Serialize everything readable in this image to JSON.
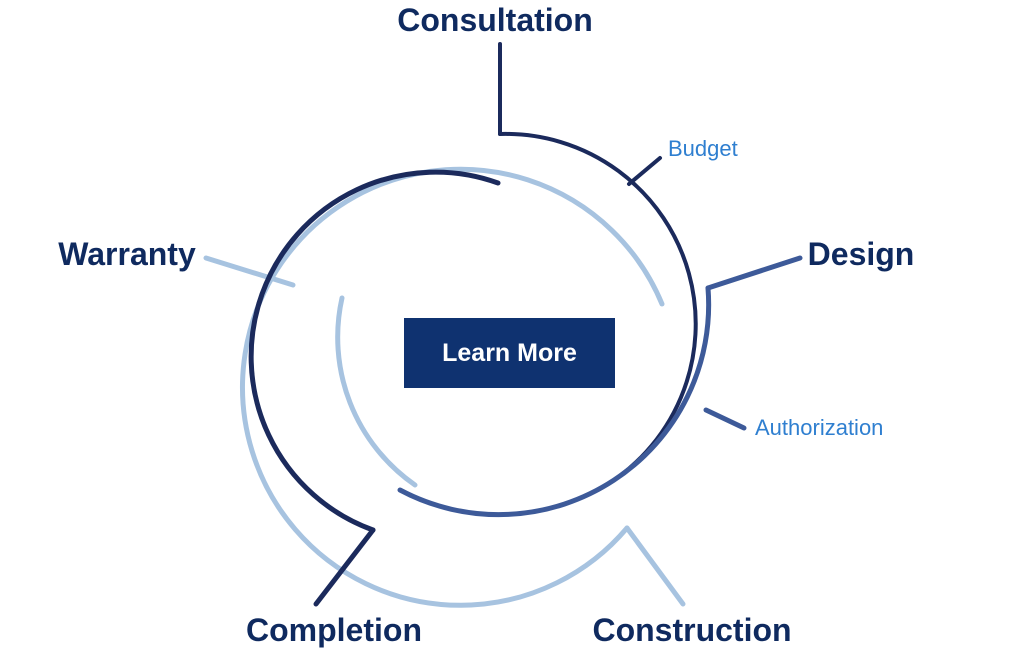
{
  "diagram": {
    "stages": {
      "consultation": "Consultation",
      "design": "Design",
      "construction": "Construction",
      "completion": "Completion",
      "warranty": "Warranty"
    },
    "substeps": {
      "budget": "Budget",
      "authorization": "Authorization"
    },
    "colors": {
      "dark_navy": "#1b2a5c",
      "medium_blue": "#3d5a99",
      "light_blue": "#a7c3e0",
      "stage_text": "#0f2a5f",
      "substep_text": "#2f7fd0",
      "button_bg": "#0f3270",
      "button_text": "#ffffff"
    }
  },
  "cta": {
    "label": "Learn More"
  }
}
